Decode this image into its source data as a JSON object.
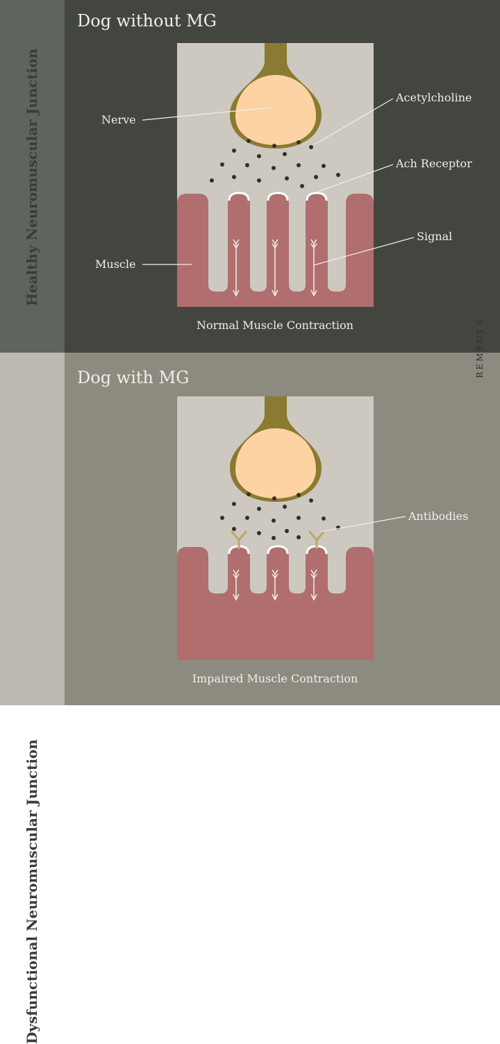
{
  "sidebar": {
    "top_label": "Healthy Neuromuscular Junction",
    "bottom_label": "Dysfunctional Neuromuscular Junction"
  },
  "top_panel": {
    "title": "Dog without MG",
    "labels": {
      "nerve": "Nerve",
      "acetylcholine": "Acetylcholine",
      "ach_receptor": "Ach Receptor",
      "signal": "Signal",
      "muscle": "Muscle"
    },
    "caption": "Normal Muscle Contraction"
  },
  "bottom_panel": {
    "title": "Dog with MG",
    "labels": {
      "antibodies": "Antibodies"
    },
    "caption": "Impaired Muscle Contraction"
  },
  "brand": "REMEDY©",
  "colors": {
    "sidebar_top": "#5f645c",
    "sidebar_bottom": "#bdb9b0",
    "panel_top": "#42463f",
    "panel_bottom": "#8d8a80",
    "card": "#cdc9c0",
    "nerve_outer": "#8a7a32",
    "nerve_inner": "#fdd3a3",
    "muscle": "#b06e6e",
    "antibody": "#bda46b"
  }
}
